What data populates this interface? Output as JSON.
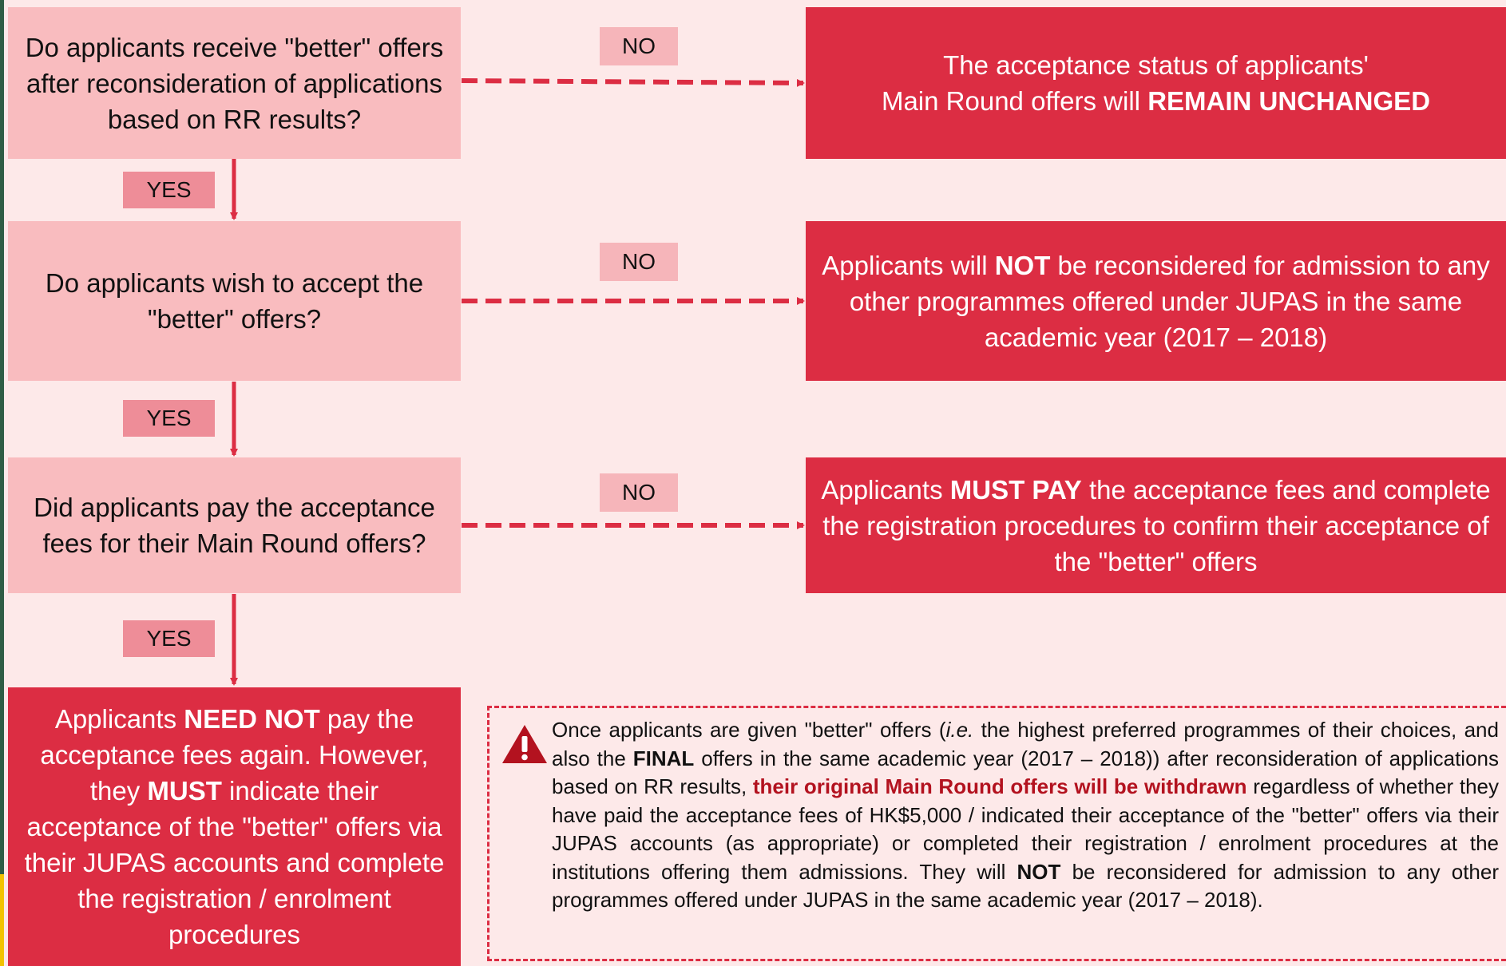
{
  "questions": [
    "Do applicants receive \"better\" offers after reconsideration of applications based on RR results?",
    "Do applicants wish to accept the \"better\" offers?",
    "Did applicants pay the acceptance fees for their Main Round offers?"
  ],
  "labels": {
    "no": "NO",
    "yes": "YES"
  },
  "results": {
    "r1": {
      "a": "The acceptance status of applicants'",
      "b": "Main Round offers will ",
      "c": "REMAIN UNCHANGED"
    },
    "r2": {
      "a": "Applicants will ",
      "b": "NOT",
      "c": " be reconsidered for admission to any other programmes offered under JUPAS in the same academic year (2017 – 2018)"
    },
    "r3": {
      "a": "Applicants ",
      "b": "MUST PAY",
      "c": " the acceptance fees and complete the registration procedures to confirm their acceptance of the \"better\" offers"
    }
  },
  "final": {
    "a": "Applicants ",
    "b": "NEED NOT",
    "c": " pay the acceptance fees again. However, they ",
    "d": "MUST",
    "e": " indicate their acceptance of the \"better\" offers via their JUPAS accounts and complete the registration / enrolment procedures"
  },
  "note": {
    "p1": "Once applicants are given \"better\" offers (",
    "ie": "i.e.",
    "p2": " the highest preferred programmes of their choices, and also the ",
    "final": "FINAL",
    "p3": " offers in the same academic year (2017 – 2018)) after reconsideration of applications based on RR results, ",
    "red": "their original Main Round offers will be withdrawn",
    "p4": " regardless of whether they have paid the acceptance fees of HK$5,000 / indicated their acceptance of the \"better\" offers via their JUPAS accounts (as appropriate) or completed their registration / enrolment procedures at the institutions offering them admissions.  They will ",
    "not": "NOT",
    "p5": " be reconsidered for admission to any other programmes offered under JUPAS in the same academic year (2017 – 2018)."
  },
  "colors": {
    "dark_red": "#dc2d43",
    "light_pink": "#f9bcbf",
    "background": "#fde9e9",
    "tag_yes": "#ee8d98",
    "tag_no": "#f6b5ba"
  }
}
